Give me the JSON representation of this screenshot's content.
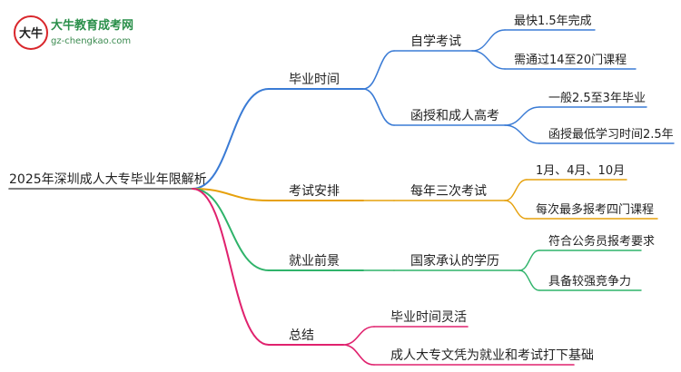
{
  "logo": {
    "name": "大牛教育成考网",
    "url": "gz-chengkao.com",
    "mark_text": "大牛"
  },
  "root": {
    "label": "2025年深圳成人大专毕业年限解析"
  },
  "branches": [
    {
      "label": "毕业时间",
      "color": "#3a7bd5",
      "children": [
        {
          "label": "自学考试",
          "children": [
            "最快1.5年完成",
            "需通过14至20门课程"
          ]
        },
        {
          "label": "函授和成人高考",
          "children": [
            "一般2.5至3年毕业",
            "函授最低学习时间2.5年"
          ]
        }
      ]
    },
    {
      "label": "考试安排",
      "color": "#e6a10c",
      "children": [
        {
          "label": "每年三次考试",
          "children": [
            "1月、4月、10月",
            "每次最多报考四门课程"
          ]
        }
      ]
    },
    {
      "label": "就业前景",
      "color": "#2fb36a",
      "children": [
        {
          "label": "国家承认的学历",
          "children": [
            "符合公务员报考要求",
            "具备较强竞争力"
          ]
        }
      ]
    },
    {
      "label": "总结",
      "color": "#e0226e",
      "children": [
        {
          "label": "毕业时间灵活",
          "children": []
        },
        {
          "label": "成人大专文凭为就业和考试打下基础",
          "children": []
        }
      ]
    }
  ]
}
